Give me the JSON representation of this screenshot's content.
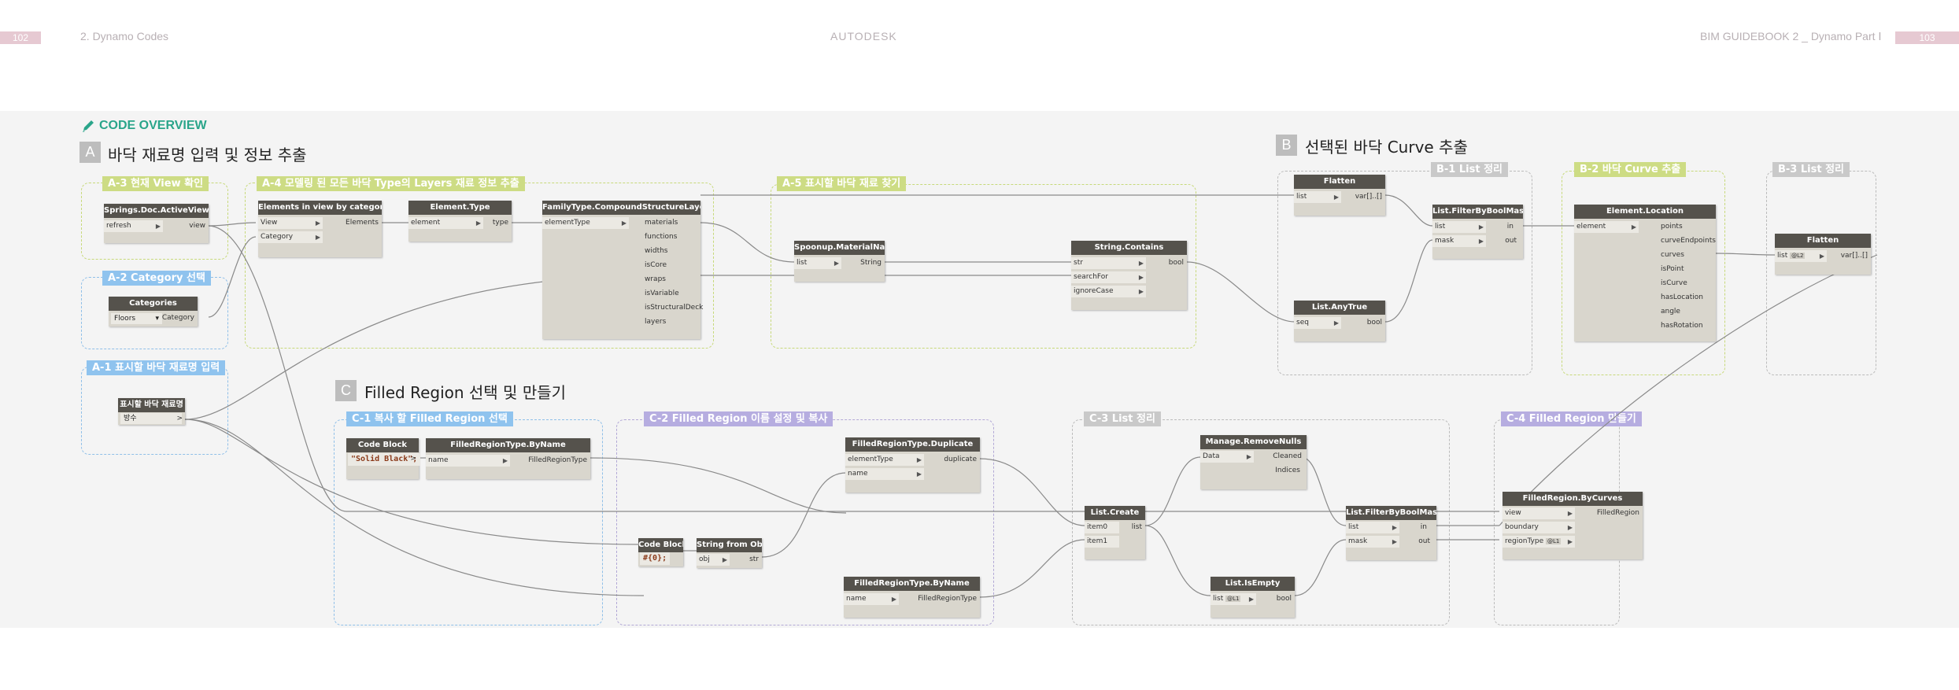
{
  "header": {
    "left_page": "102",
    "left_title": "2. Dynamo Codes",
    "center": "AUTODESK",
    "right_title": "BIM GUIDEBOOK 2 _ Dynamo Part Ⅰ",
    "right_page": "103"
  },
  "overview": {
    "title": "CODE OVERVIEW",
    "icon": "pencil-icon"
  },
  "sections": {
    "A": {
      "letter": "A",
      "title": "바닥 재료명 입력 및 정보 추출"
    },
    "B": {
      "letter": "B",
      "title": "선택된 바닥 Curve 추출"
    },
    "C": {
      "letter": "C",
      "title": "Filled Region 선택 및 만들기"
    }
  },
  "groups": {
    "a3": "A-3 현재 View 확인",
    "a2": "A-2 Category 선택",
    "a1": "A-1 표시할 바닥 재료명 입력",
    "a4": "A-4 모델링 된 모든 바닥 Type의 Layers 재료 정보 추출",
    "a5": "A-5 표시할 바닥 재료 찾기",
    "b1": "B-1 List 정리",
    "b2": "B-2 바닥 Curve 추출",
    "b3": "B-3 List 정리",
    "c1": "C-1 복사 할 Filled Region 선택",
    "c2": "C-2 Filled Region 이름 설정 및 복사",
    "c3": "C-3 List 정리",
    "c4": "C-4 Filled Region 만들기"
  },
  "nodes": {
    "activeview": {
      "title": "Springs.Doc.ActiveView",
      "in": [
        "refresh"
      ],
      "out": [
        "view"
      ]
    },
    "categories": {
      "title": "Categories",
      "dropdown": "Floors",
      "out": [
        "Category"
      ]
    },
    "stringinput": {
      "title": "표시할 바닥 재료명",
      "value": "방수"
    },
    "elemview": {
      "title": "Elements in view by category",
      "in": [
        "View",
        "Category"
      ],
      "out": [
        "Elements"
      ]
    },
    "elemtype": {
      "title": "Element.Type",
      "in": [
        "element"
      ],
      "out": [
        "type"
      ]
    },
    "fcsl": {
      "title": "FamilyType.CompoundStructureLayers",
      "in": [
        "elementType"
      ],
      "out": [
        "materials",
        "functions",
        "widths",
        "isCore",
        "wraps",
        "isVariable",
        "isStructuralDeck",
        "layers"
      ]
    },
    "matname": {
      "title": "Spoonup.MaterialName",
      "in": [
        "list"
      ],
      "out": [
        "String"
      ]
    },
    "strcontains": {
      "title": "String.Contains",
      "in": [
        "str",
        "searchFor",
        "ignoreCase"
      ],
      "out": [
        "bool"
      ]
    },
    "flatten1": {
      "title": "Flatten",
      "in": [
        "list"
      ],
      "out": [
        "var[]..[]"
      ]
    },
    "anytrue": {
      "title": "List.AnyTrue",
      "in": [
        "seq"
      ],
      "out": [
        "bool"
      ]
    },
    "filterbool1": {
      "title": "List.FilterByBoolMask",
      "in": [
        "list",
        "mask"
      ],
      "out": [
        "in",
        "out"
      ]
    },
    "elemloc": {
      "title": "Element.Location",
      "in": [
        "element"
      ],
      "out": [
        "points",
        "curveEndpoints",
        "curves",
        "isPoint",
        "isCurve",
        "hasLocation",
        "angle",
        "hasRotation"
      ]
    },
    "flatten2": {
      "title": "Flatten",
      "in": [
        "list"
      ],
      "amt": "@L2",
      "out": [
        "var[]..[]"
      ]
    },
    "codeblock1": {
      "title": "Code Block",
      "code": "\"Solid Black\";"
    },
    "frtbyname1": {
      "title": "FilledRegionType.ByName",
      "in": [
        "name"
      ],
      "out": [
        "FilledRegionType"
      ]
    },
    "codeblock2": {
      "title": "Code Block",
      "code": "#{0};"
    },
    "strfromobj": {
      "title": "String from Object",
      "in": [
        "obj"
      ],
      "out": [
        "str"
      ]
    },
    "frtdup": {
      "title": "FilledRegionType.Duplicate",
      "in": [
        "elementType",
        "name"
      ],
      "out": [
        "duplicate"
      ]
    },
    "frtbyname2": {
      "title": "FilledRegionType.ByName",
      "in": [
        "name"
      ],
      "out": [
        "FilledRegionType"
      ]
    },
    "listcreate": {
      "title": "List.Create",
      "in": [
        "item0",
        "item1"
      ],
      "out": [
        "list"
      ]
    },
    "removenulls": {
      "title": "Manage.RemoveNulls",
      "in": [
        "Data"
      ],
      "out": [
        "Cleaned",
        "Indices"
      ]
    },
    "isempty": {
      "title": "List.IsEmpty",
      "in": [
        "list"
      ],
      "amt": "@L1",
      "out": [
        "bool"
      ]
    },
    "filterbool2": {
      "title": "List.FilterByBoolMask",
      "in": [
        "list",
        "mask"
      ],
      "out": [
        "in",
        "out"
      ]
    },
    "frbycurves": {
      "title": "FilledRegion.ByCurves",
      "in": [
        "view",
        "boundary",
        "regionType"
      ],
      "amt": "@L1",
      "out": [
        "FilledRegion"
      ]
    }
  },
  "colors": {
    "accent_green": "#2aa58a",
    "group_blue": "#8fc3ee",
    "group_green": "#cddc84",
    "group_gray": "#c9c9c9",
    "group_purple": "#b6ade0",
    "node_header": "#55524c",
    "node_body": "#d9d6cd"
  }
}
